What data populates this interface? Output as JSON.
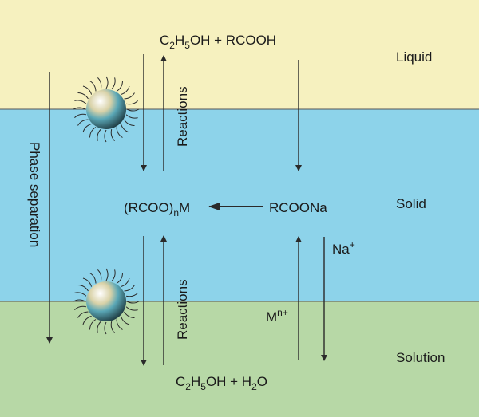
{
  "zones": {
    "liquid": {
      "label": "Liquid",
      "color": "#f6f1bf"
    },
    "solid": {
      "label": "Solid",
      "color": "#8dd3ea"
    },
    "solution": {
      "label": "Solution",
      "color": "#b7d8a6"
    }
  },
  "labels": {
    "top_reactants": {
      "a": "C",
      "a_sub": "2",
      "b": "H",
      "b_sub": "5",
      "c": "OH + RCOOH"
    },
    "bottom_reactants": {
      "a": "C",
      "a_sub": "2",
      "b": "H",
      "b_sub": "5",
      "c": "OH + H",
      "c_sub": "2",
      "d": "O"
    },
    "reactions_top": "Reactions",
    "reactions_bottom": "Reactions",
    "phase_separation": "Phase separation",
    "product": {
      "a": "(RCOO)",
      "a_sub": "n",
      "b": "M"
    },
    "sodium_salt": "RCOONa",
    "sodium_ion": {
      "base": "Na",
      "sup": "+"
    },
    "metal_ion": {
      "base": "M",
      "sup": "n+"
    }
  },
  "colors": {
    "line": "#2a2a2a",
    "text": "#1a1a1a"
  }
}
